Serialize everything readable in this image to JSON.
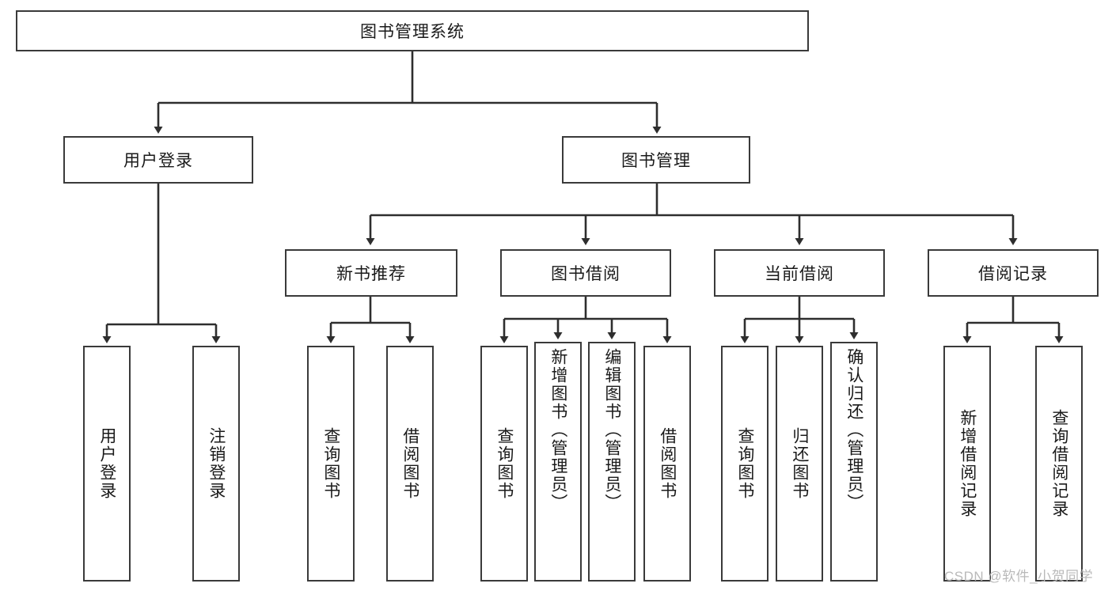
{
  "diagram": {
    "type": "tree-hierarchy",
    "title": "图书管理系统",
    "watermark": "CSDN @软件_小贺同学",
    "colors": {
      "background": "#ffffff",
      "box_border": "#3a3a3a",
      "box_fill": "#ffffff",
      "edge": "#2e2e2e",
      "text": "#1a1a1a",
      "watermark": "#b9b9b9"
    },
    "levels": {
      "root": {
        "label": "图书管理系统"
      },
      "level2": [
        {
          "label": "用户登录"
        },
        {
          "label": "图书管理"
        }
      ],
      "level3": [
        {
          "label": "新书推荐"
        },
        {
          "label": "图书借阅"
        },
        {
          "label": "当前借阅"
        },
        {
          "label": "借阅记录"
        }
      ],
      "leaves": {
        "user_login": [
          {
            "label": "用户登录"
          },
          {
            "label": "注销登录"
          }
        ],
        "new_book_recommend": [
          {
            "label": "查询图书"
          },
          {
            "label": "借阅图书"
          }
        ],
        "book_borrow": [
          {
            "label": "查询图书"
          },
          {
            "label": "新增图书（管理员）"
          },
          {
            "label": "编辑图书（管理员）"
          },
          {
            "label": "借阅图书"
          }
        ],
        "current_borrow": [
          {
            "label": "查询图书"
          },
          {
            "label": "归还图书"
          },
          {
            "label": "确认归还（管理员）"
          }
        ],
        "borrow_record": [
          {
            "label": "新增借阅记录"
          },
          {
            "label": "查询借阅记录"
          }
        ]
      }
    }
  }
}
